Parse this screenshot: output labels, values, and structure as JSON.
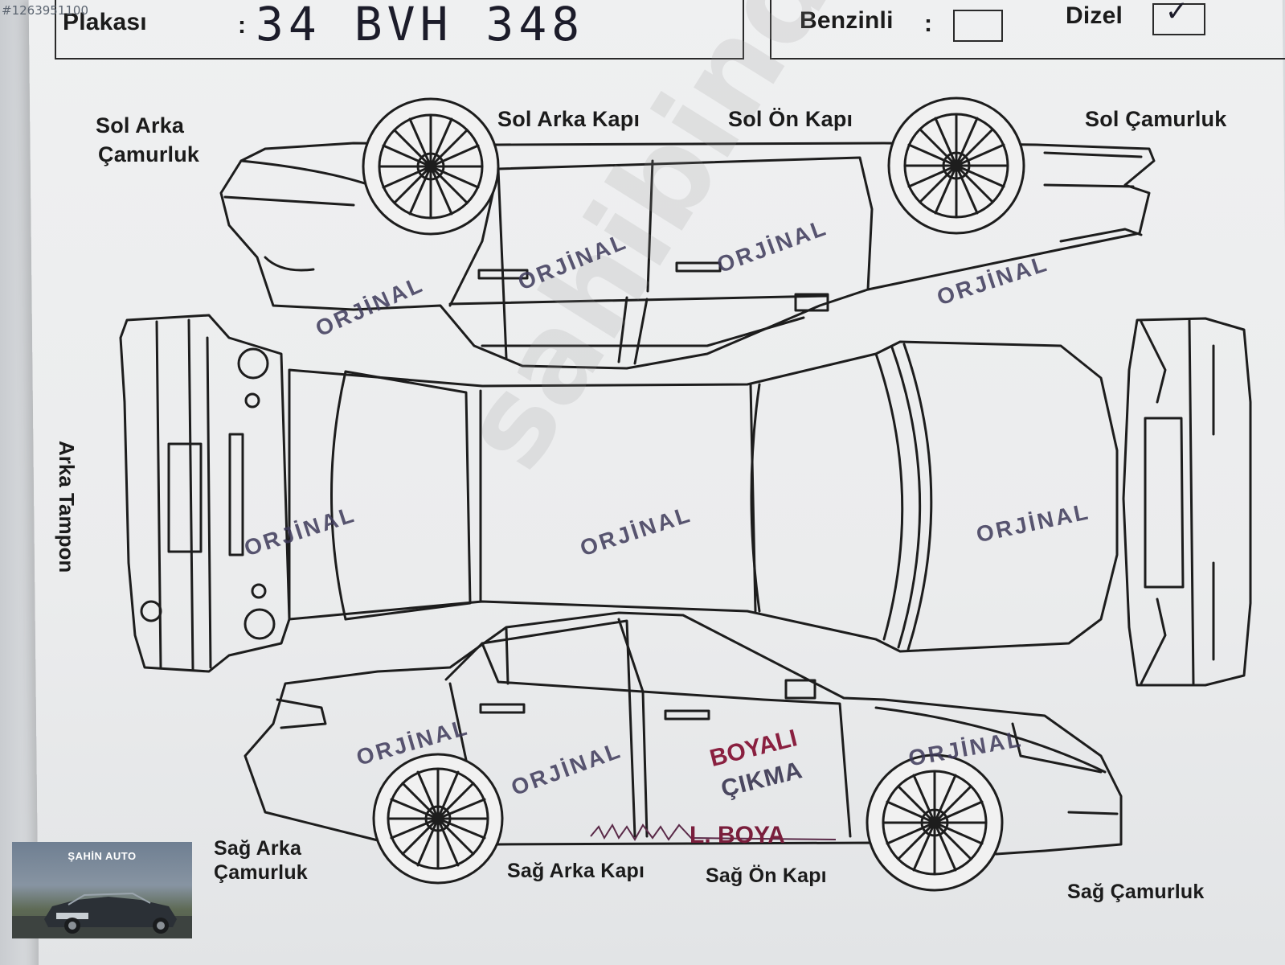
{
  "image_id": "#1263951100",
  "header": {
    "plate_label": "Plakası",
    "plate_colon": ":",
    "plate_value": "34 BVH 348",
    "benzinli_label": "Benzinli",
    "benzinli_colon": ":",
    "dizel_label": "Dizel",
    "dizel_check": "✓"
  },
  "part_labels": {
    "sol_arka_camurluk_1": "Sol Arka",
    "sol_arka_camurluk_2": "Çamurluk",
    "sol_arka_kapi": "Sol Arka  Kapı",
    "sol_on_kapi": "Sol Ön Kapı",
    "sol_camurluk": "Sol Çamurluk",
    "arka_tampon": "Arka Tampon",
    "sag_arka_camurluk_1": "Sağ Arka",
    "sag_arka_camurluk_2": "Çamurluk",
    "sag_arka_kapi": "Sağ Arka Kapı",
    "sag_on_kapi": "Sağ Ön Kapı",
    "sag_camurluk": "Sağ Çamurluk"
  },
  "stamps": {
    "orjinal": "ORJİNAL",
    "orjinal_partial": "ORJİNAL",
    "boyali": "BOYALI",
    "cikma": "ÇIKMA",
    "lokal_boya": "L. BOYA"
  },
  "watermark": "sahibinden garanti",
  "dealer_badge": {
    "name": "ŞAHİN AUTO"
  },
  "colors": {
    "ink": "#1b1b1b",
    "stamp_ink": "#3e3a5a",
    "red_stamp": "#8a2040",
    "paper": "#eceded"
  }
}
